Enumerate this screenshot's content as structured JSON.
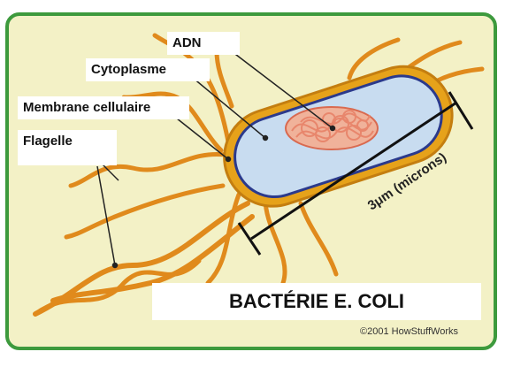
{
  "labels": {
    "adn": "ADN",
    "cytoplasme": "Cytoplasme",
    "membrane": "Membrane cellulaire",
    "flagelle": "Flagelle"
  },
  "scale_label": "3μm (microns)",
  "title": "BACTÉRIE E. COLI",
  "copyright": "©2001 HowStuffWorks",
  "colors": {
    "background": "#f3f1c6",
    "frame": "#3d9a3d",
    "flagella": "#e08a1c",
    "membrane": "#e6a21a",
    "cytoplasm": "#c8dcf0",
    "dna": "#e8866c",
    "pointer": "#222222"
  }
}
